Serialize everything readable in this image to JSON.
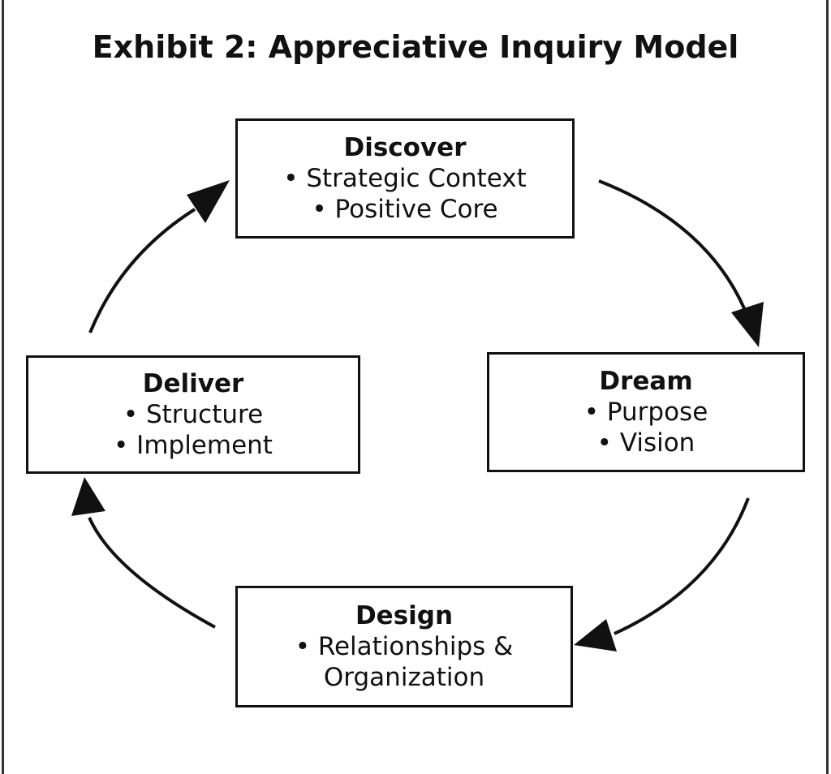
{
  "title": "Exhibit 2: Appreciative Inquiry Model",
  "stages": {
    "discover": {
      "name": "Discover",
      "items": [
        "Strategic Context",
        "Positive Core"
      ]
    },
    "dream": {
      "name": "Dream",
      "items": [
        "Purpose",
        "Vision"
      ]
    },
    "design": {
      "name": "Design",
      "items": [
        "Relationships &"
      ],
      "continuation": "Organization"
    },
    "deliver": {
      "name": "Deliver",
      "items": [
        "Structure",
        "Implement"
      ]
    }
  },
  "colors": {
    "ink": "#111111",
    "background": "#ffffff"
  }
}
